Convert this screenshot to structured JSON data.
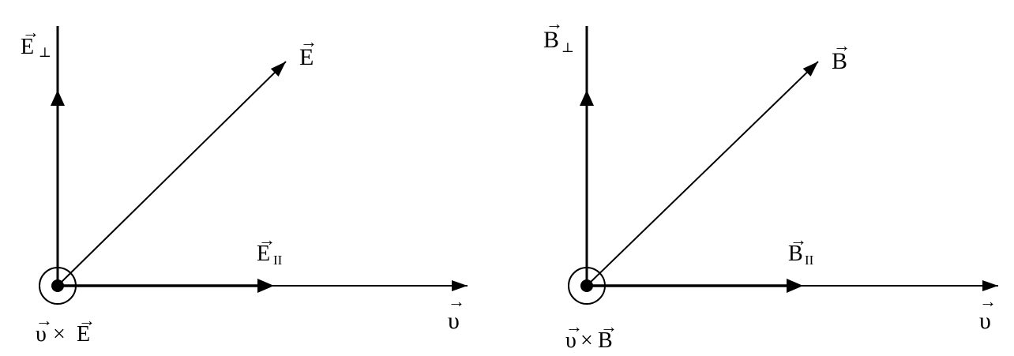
{
  "diagrams": [
    {
      "id": "electric",
      "symbol": "E",
      "perp_label": {
        "base": "E",
        "sub": "⊥"
      },
      "field_label": {
        "base": "E"
      },
      "parallel_label": {
        "base": "E",
        "sub": "II"
      },
      "velocity_label": {
        "base": "υ"
      },
      "cross_label": {
        "left": "υ",
        "op": "×",
        "right": "E"
      }
    },
    {
      "id": "magnetic",
      "symbol": "B",
      "perp_label": {
        "base": "B",
        "sub": "⊥"
      },
      "field_label": {
        "base": "B"
      },
      "parallel_label": {
        "base": "B",
        "sub": "II"
      },
      "velocity_label": {
        "base": "υ"
      },
      "cross_label": {
        "left": "υ",
        "op": "×",
        "right": "B"
      }
    }
  ],
  "arrow_glyph": "→",
  "colors": {
    "stroke": "#000000",
    "background": "#ffffff"
  }
}
